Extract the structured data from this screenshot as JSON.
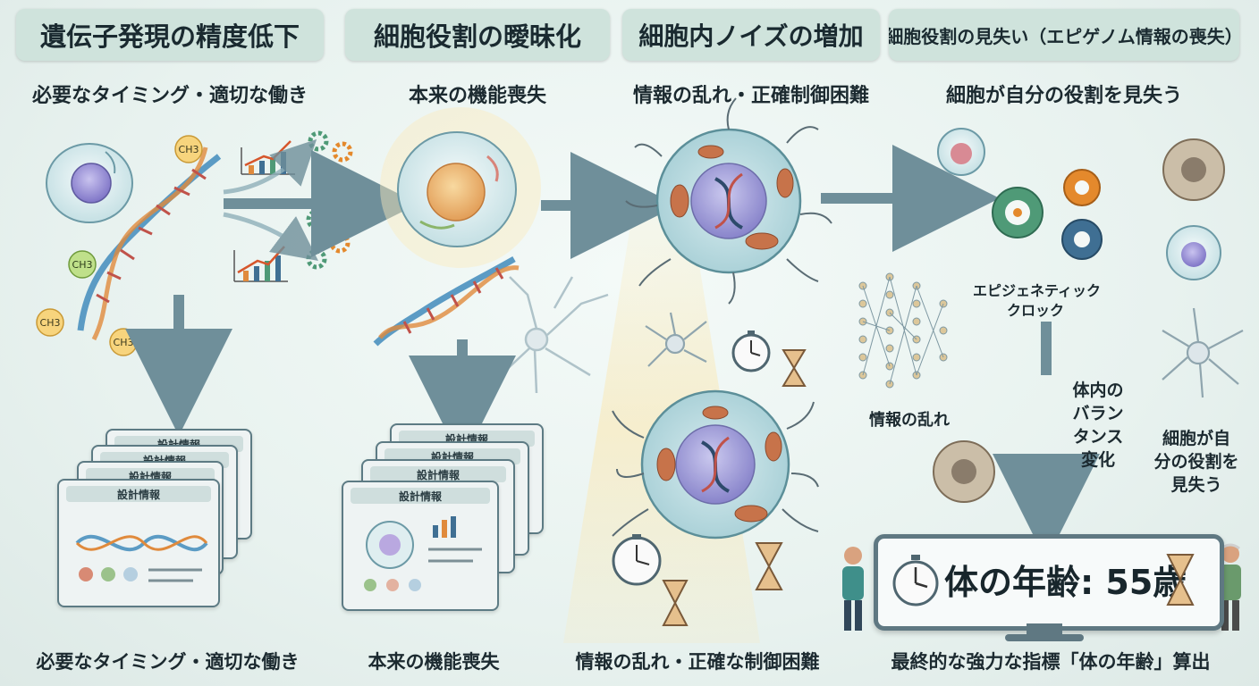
{
  "headers": [
    "遺伝子発現の精度低下",
    "細胞役割の曖昧化",
    "細胞内ノイズの増加",
    "細胞役割の見失い（エピゲノム情報の喪失）"
  ],
  "subtitles": [
    "必要なタイミング・適切な働き",
    "本来の機能喪失",
    "情報の乱れ・正確制御困難",
    "細胞が自分の役割を見失う"
  ],
  "bottom_labels": [
    "必要なタイミング・適切な働き",
    "本来の機能喪失",
    "情報の乱れ・正確な制御困難",
    "最終的な強力な指標「体の年齢」算出"
  ],
  "methyl_label": "CH3",
  "sheet_label": "設計情報",
  "epigenetic_clock": {
    "line1": "エピジェネティック",
    "line2": "クロック"
  },
  "info_disorder": "情報の乱れ",
  "balance": [
    "体内の",
    "バラン",
    "タンス",
    "変化"
  ],
  "role_lost": [
    "細胞が自",
    "分の役割を",
    "見失う"
  ],
  "body_age": "体の年齢: 55歳",
  "colors": {
    "header_bg": "#cfe3dc",
    "arrow": "#6f8f9a",
    "dna_blue": "#5b9bc4",
    "dna_orange": "#e08a3c",
    "gear_green": "#4f9a77",
    "gear_orange": "#e4892c",
    "gear_blue": "#3f6f93"
  }
}
